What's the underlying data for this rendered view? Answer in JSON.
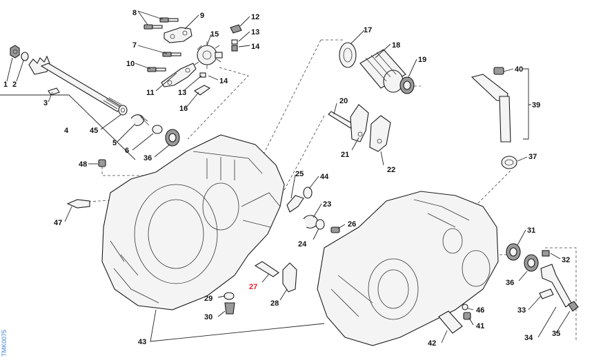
{
  "diagram": {
    "reference_code": "TMK0075",
    "callouts": [
      {
        "id": "8",
        "text": "8"
      },
      {
        "id": "9",
        "text": "9"
      },
      {
        "id": "12",
        "text": "12"
      },
      {
        "id": "13a",
        "text": "13"
      },
      {
        "id": "14a",
        "text": "14"
      },
      {
        "id": "15",
        "text": "15"
      },
      {
        "id": "7",
        "text": "7"
      },
      {
        "id": "10",
        "text": "10"
      },
      {
        "id": "11",
        "text": "11"
      },
      {
        "id": "13b",
        "text": "13"
      },
      {
        "id": "14b",
        "text": "14"
      },
      {
        "id": "16",
        "text": "16"
      },
      {
        "id": "1",
        "text": "1"
      },
      {
        "id": "2",
        "text": "2"
      },
      {
        "id": "3",
        "text": "3"
      },
      {
        "id": "4",
        "text": "4"
      },
      {
        "id": "45",
        "text": "45"
      },
      {
        "id": "5",
        "text": "5"
      },
      {
        "id": "6",
        "text": "6"
      },
      {
        "id": "36a",
        "text": "36"
      },
      {
        "id": "48",
        "text": "48"
      },
      {
        "id": "47",
        "text": "47"
      },
      {
        "id": "17",
        "text": "17"
      },
      {
        "id": "18",
        "text": "18"
      },
      {
        "id": "19",
        "text": "19"
      },
      {
        "id": "20",
        "text": "20"
      },
      {
        "id": "21",
        "text": "21"
      },
      {
        "id": "22",
        "text": "22"
      },
      {
        "id": "40",
        "text": "40"
      },
      {
        "id": "39",
        "text": "39"
      },
      {
        "id": "37",
        "text": "37"
      },
      {
        "id": "25",
        "text": "25"
      },
      {
        "id": "44",
        "text": "44"
      },
      {
        "id": "23",
        "text": "23"
      },
      {
        "id": "26",
        "text": "26"
      },
      {
        "id": "24",
        "text": "24"
      },
      {
        "id": "27",
        "text": "27",
        "highlight": true
      },
      {
        "id": "28",
        "text": "28"
      },
      {
        "id": "29",
        "text": "29"
      },
      {
        "id": "30",
        "text": "30"
      },
      {
        "id": "43",
        "text": "43"
      },
      {
        "id": "31",
        "text": "31"
      },
      {
        "id": "32",
        "text": "32"
      },
      {
        "id": "36b",
        "text": "36"
      },
      {
        "id": "33",
        "text": "33"
      },
      {
        "id": "46",
        "text": "46"
      },
      {
        "id": "41",
        "text": "41"
      },
      {
        "id": "42",
        "text": "42"
      },
      {
        "id": "34",
        "text": "34"
      },
      {
        "id": "35",
        "text": "35"
      }
    ]
  },
  "colors": {
    "line": "#1a1a1a",
    "highlight": "#e8202a",
    "ref_code": "#3b7fd1"
  }
}
